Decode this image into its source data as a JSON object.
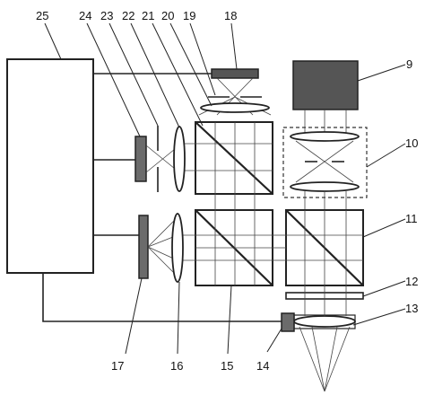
{
  "labels": {
    "l9": "9",
    "l10": "10",
    "l11": "11",
    "l12": "12",
    "l13": "13",
    "l14": "14",
    "l15": "15",
    "l16": "16",
    "l17": "17",
    "l18": "18",
    "l19": "19",
    "l20": "20",
    "l21": "21",
    "l22": "22",
    "l23": "23",
    "l24": "24",
    "l25": "25"
  }
}
